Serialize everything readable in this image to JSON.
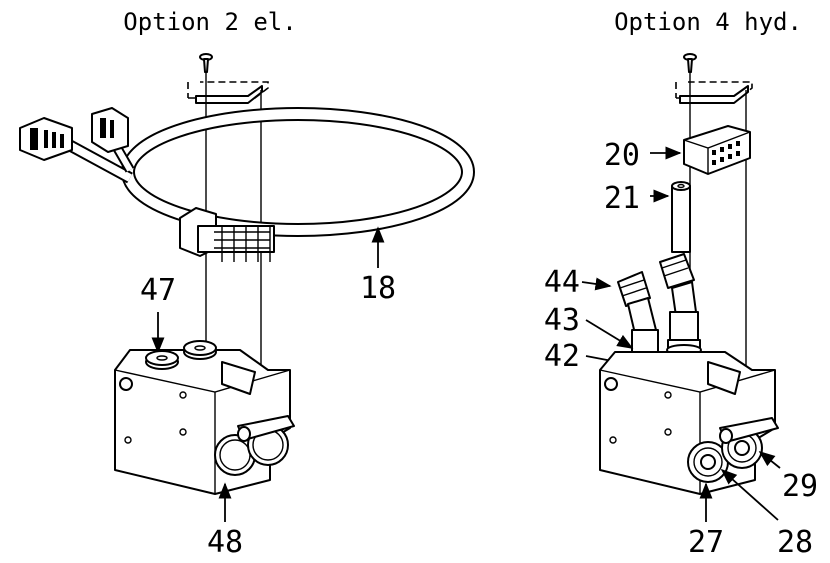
{
  "left_assembly": {
    "title": "Option 2 el.",
    "callouts": {
      "p47": "47",
      "p18": "18",
      "p48": "48"
    }
  },
  "right_assembly": {
    "title": "Option 4 hyd.",
    "callouts": {
      "p20": "20",
      "p21": "21",
      "p44": "44",
      "p43": "43",
      "p42": "42",
      "p29": "29",
      "p27": "27",
      "p28": "28"
    }
  }
}
